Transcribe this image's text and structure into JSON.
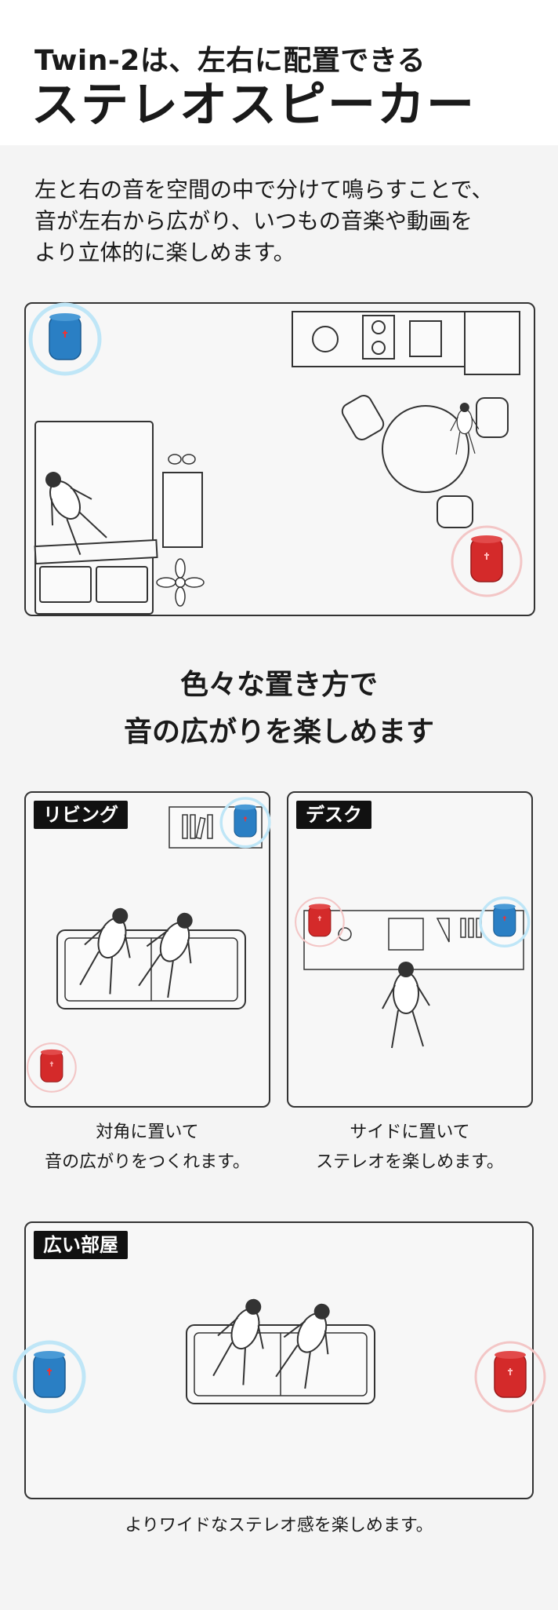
{
  "header": {
    "title_line1": "Twin-2は、左右に配置できる",
    "title_line2": "ステレオスピーカー"
  },
  "intro": {
    "lines": [
      "左と右の音を空間の中で分けて鳴らすことで、",
      "音が左右から広がり、いつもの音楽や動画を",
      "より立体的に楽しめます。"
    ]
  },
  "section2": {
    "heading_lines": [
      "色々な置き方で",
      "音の広がりを楽しめます"
    ]
  },
  "placements": [
    {
      "tag": "リビング",
      "caption_lines": [
        "対角に置いて",
        "音の広がりをつくれます。"
      ]
    },
    {
      "tag": "デスク",
      "caption_lines": [
        "サイドに置いて",
        "ステレオを楽しめます。"
      ]
    },
    {
      "tag": "広い部屋",
      "caption_lines": [
        "よりワイドなステレオ感を楽しめます。"
      ]
    }
  ],
  "colors": {
    "speaker_blue": "#2a7fc4",
    "speaker_red": "#d42a2a",
    "line": "#333333"
  },
  "icons": [
    "speaker-blue-icon",
    "speaker-red-icon",
    "sofa-icon",
    "person-icon",
    "desk-icon",
    "kitchen-icon",
    "dining-table-icon",
    "bed-icon",
    "plant-icon",
    "bookshelf-icon"
  ]
}
